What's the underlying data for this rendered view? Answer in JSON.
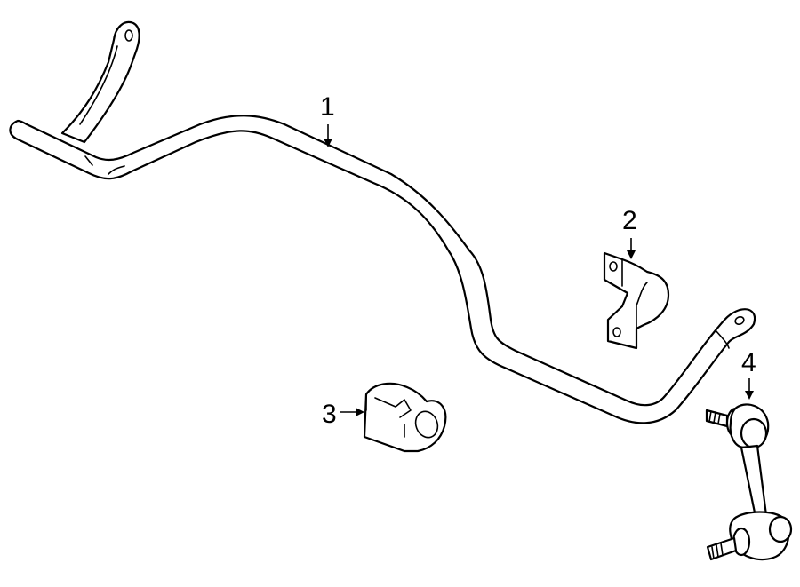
{
  "callouts": [
    {
      "number": "1",
      "part": "stabilizer-bar"
    },
    {
      "number": "2",
      "part": "bushing-bracket"
    },
    {
      "number": "3",
      "part": "bushing"
    },
    {
      "number": "4",
      "part": "stabilizer-link"
    }
  ]
}
